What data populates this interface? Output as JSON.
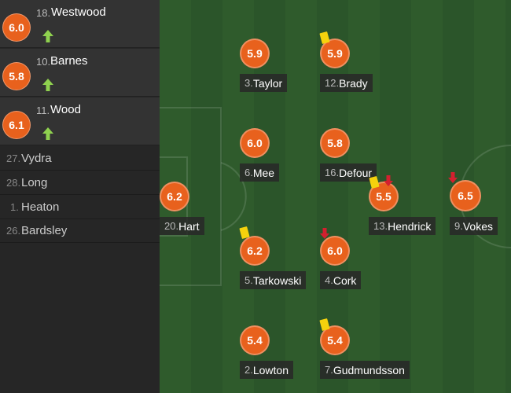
{
  "colors": {
    "rating_badge": "#e8611d",
    "sub_in_arrow": "#8fd14f",
    "sub_out_arrow": "#d3202f",
    "yellow_card": "#f5d20d",
    "pitch_dark": "#2b552a",
    "pitch_light": "#2f5b2c"
  },
  "substitutes_used": [
    {
      "rating": "6.0",
      "number": "18.",
      "name": "Westwood",
      "icon": "sub-in-arrow-icon"
    },
    {
      "rating": "5.8",
      "number": "10.",
      "name": "Barnes",
      "icon": "sub-in-arrow-icon"
    },
    {
      "rating": "6.1",
      "number": "11.",
      "name": "Wood",
      "icon": "sub-in-arrow-icon"
    }
  ],
  "bench": [
    {
      "number": "27.",
      "name": "Vydra"
    },
    {
      "number": "28.",
      "name": "Long"
    },
    {
      "number": "1.",
      "name": "Heaton"
    },
    {
      "number": "26.",
      "name": "Bardsley"
    }
  ],
  "lineup": [
    {
      "rating": "6.2",
      "number": "20.",
      "name": "Hart"
    },
    {
      "rating": "5.4",
      "number": "2.",
      "name": "Lowton"
    },
    {
      "rating": "6.2",
      "number": "5.",
      "name": "Tarkowski",
      "icons": [
        "yellow-card-icon"
      ]
    },
    {
      "rating": "6.0",
      "number": "6.",
      "name": "Mee"
    },
    {
      "rating": "5.9",
      "number": "3.",
      "name": "Taylor"
    },
    {
      "rating": "5.4",
      "number": "7.",
      "name": "Gudmundsson",
      "icons": [
        "yellow-card-icon"
      ]
    },
    {
      "rating": "6.0",
      "number": "4.",
      "name": "Cork",
      "icons": [
        "sub-out-arrow-icon"
      ]
    },
    {
      "rating": "5.8",
      "number": "16.",
      "name": "Defour"
    },
    {
      "rating": "5.9",
      "number": "12.",
      "name": "Brady",
      "icons": [
        "yellow-card-icon"
      ]
    },
    {
      "rating": "5.5",
      "number": "13.",
      "name": "Hendrick",
      "icons": [
        "yellow-card-icon",
        "sub-out-arrow-icon"
      ]
    },
    {
      "rating": "6.5",
      "number": "9.",
      "name": "Vokes",
      "icons": [
        "sub-out-arrow-icon"
      ]
    }
  ]
}
